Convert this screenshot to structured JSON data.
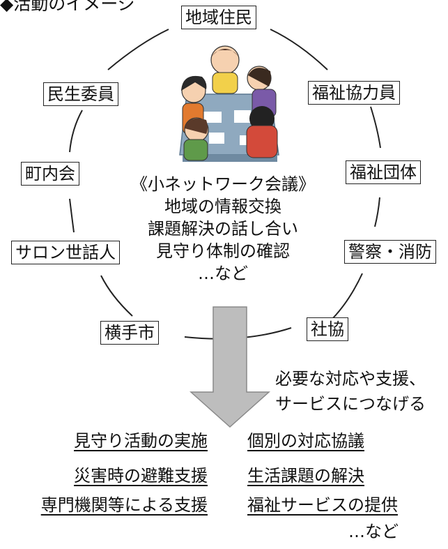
{
  "header": {
    "title": "◆活動のイメージ"
  },
  "participants": [
    {
      "id": "residents",
      "label": "地域住民"
    },
    {
      "id": "welfare_cooperator",
      "label": "福祉協力員"
    },
    {
      "id": "welfare_org",
      "label": "福祉団体"
    },
    {
      "id": "police_fire",
      "label": "警察・消防"
    },
    {
      "id": "social_welfare_council",
      "label": "社協"
    },
    {
      "id": "city",
      "label": "横手市"
    },
    {
      "id": "salon_caretaker",
      "label": "サロン世話人"
    },
    {
      "id": "neighborhood_assoc",
      "label": "町内会"
    },
    {
      "id": "welfare_commissioner",
      "label": "民生委員"
    }
  ],
  "center": {
    "title": "《小ネットワーク会議》",
    "items": [
      "地域の情報交換",
      "課題解決の話し合い",
      "見守り体制の確認",
      "…など"
    ]
  },
  "arrow_note": {
    "line1": "必要な対応や支援、",
    "line2": "サービスにつなげる"
  },
  "outcomes_left": [
    "見守り活動の実施",
    "災害時の避難支援",
    "専門機関等による支援"
  ],
  "outcomes_right": [
    "個別の対応協議",
    "生活課題の解決",
    "福祉サービスの提供"
  ],
  "footer_note": "…など",
  "colors": {
    "arrow_fill": "#bdbdbd",
    "arrow_stroke": "#8a8a8a",
    "line": "#222222",
    "table": "#8fa9bf"
  }
}
